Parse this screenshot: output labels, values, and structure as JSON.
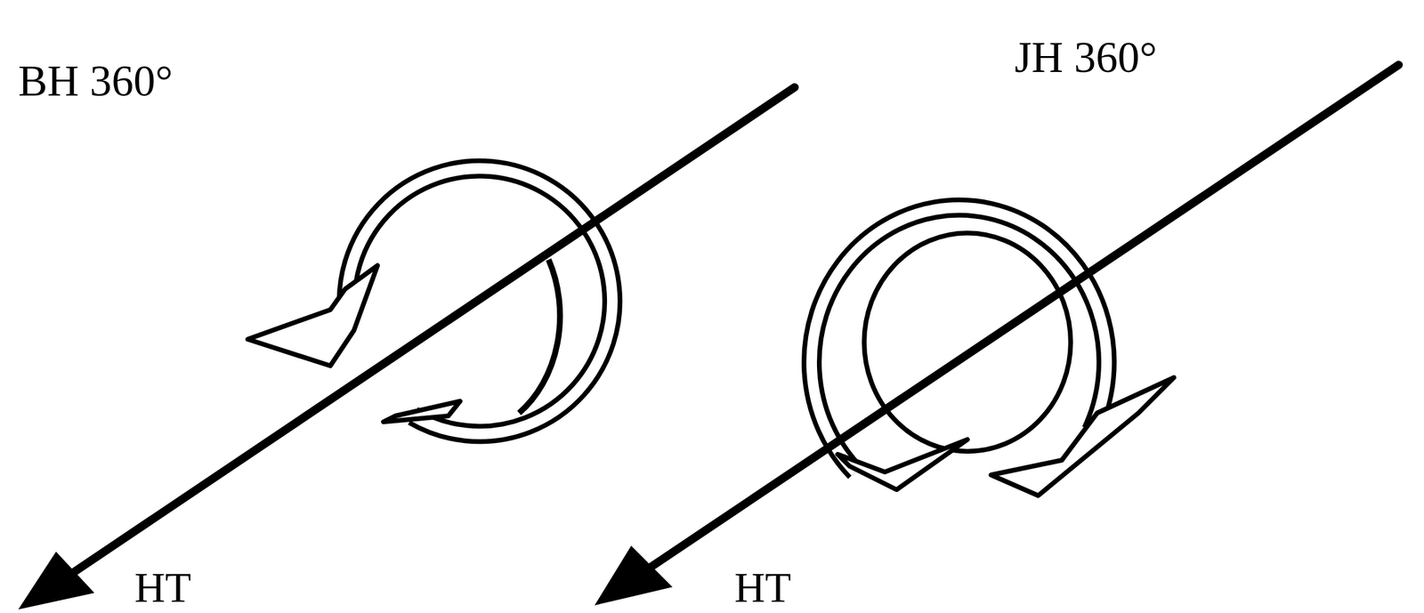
{
  "diagram": {
    "labels": [
      "BH 360°",
      "JH 360°",
      "HT",
      "HT"
    ]
  }
}
